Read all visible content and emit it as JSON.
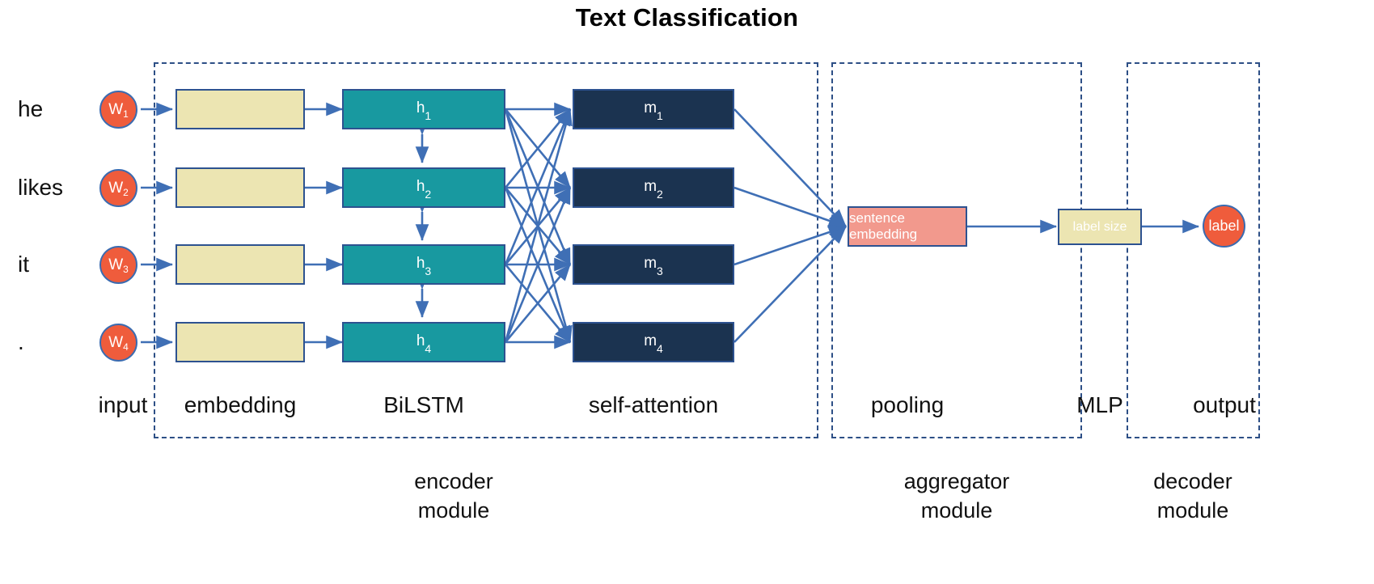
{
  "title": "Text Classification",
  "colors": {
    "arrow": "#3f6fb5",
    "dashed_border": "#2d4f86",
    "box_border": "#2d5290",
    "embedding_fill": "#ece5b2",
    "bilstm_fill": "#1899a0",
    "attention_fill": "#1b3350",
    "sentence_fill": "#f2998d",
    "circle_fill": "#ef5c3c",
    "text_dark": "#111111",
    "text_light": "#ffffff"
  },
  "input": {
    "words": [
      "he",
      "likes",
      "it",
      "."
    ],
    "tokens": [
      {
        "base": "W",
        "sub": "1"
      },
      {
        "base": "W",
        "sub": "2"
      },
      {
        "base": "W",
        "sub": "3"
      },
      {
        "base": "W",
        "sub": "4"
      }
    ]
  },
  "embedding": {
    "boxes": [
      "",
      "",
      "",
      ""
    ]
  },
  "bilstm": {
    "boxes": [
      {
        "base": "h",
        "sub": "1"
      },
      {
        "base": "h",
        "sub": "2"
      },
      {
        "base": "h",
        "sub": "3"
      },
      {
        "base": "h",
        "sub": "4"
      }
    ]
  },
  "attention": {
    "boxes": [
      {
        "base": "m",
        "sub": "1"
      },
      {
        "base": "m",
        "sub": "2"
      },
      {
        "base": "m",
        "sub": "3"
      },
      {
        "base": "m",
        "sub": "4"
      }
    ]
  },
  "pooling": {
    "sentence_embedding_label": "sentence embedding"
  },
  "mlp": {
    "label_size_label": "label size"
  },
  "output": {
    "label": "label"
  },
  "stage_labels": {
    "input": "input",
    "embedding": "embedding",
    "bilstm": "BiLSTM",
    "attention": "self-attention",
    "pooling": "pooling",
    "mlp": "MLP",
    "output": "output"
  },
  "module_labels": {
    "encoder": "encoder\nmodule",
    "encoder_line1": "encoder",
    "encoder_line2": "module",
    "aggregator_line1": "aggregator",
    "aggregator_line2": "module",
    "decoder_line1": "decoder",
    "decoder_line2": "module"
  }
}
